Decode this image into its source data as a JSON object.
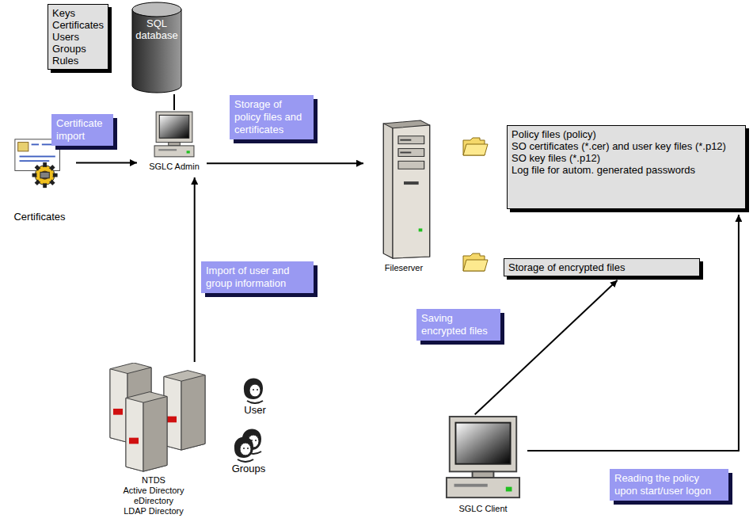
{
  "diagram": {
    "nodes": [
      {
        "text": [
          "Keys",
          "Certificates",
          "Users",
          "Groups",
          "Rules"
        ]
      },
      {
        "text": [
          "SQL database"
        ]
      },
      {
        "text": [
          "Certificates"
        ]
      },
      {
        "text": [
          "SGLC Admin"
        ]
      },
      {
        "text": [
          "Fileserver"
        ]
      },
      {
        "text": [
          "Policy files (policy)",
          "SO certificates (*.cer) and user key files (*.p12)",
          "SO key files (*.p12)",
          "Log file for autom. generated passwords"
        ]
      },
      {
        "text": [
          "Storage of encrypted files"
        ]
      },
      {
        "text": [
          "NTDS",
          "Active Directory",
          "eDirectory",
          "LDAP Directory"
        ]
      },
      {
        "text": [
          "User"
        ]
      },
      {
        "text": [
          "Groups"
        ]
      },
      {
        "text": [
          "SGLC Client"
        ]
      }
    ],
    "edges": [
      {
        "from": 2,
        "to": 3,
        "arrow": "to",
        "label": "Certificate import"
      },
      {
        "from": 3,
        "to": 1,
        "arrow": "none"
      },
      {
        "from": 3,
        "to": 4,
        "arrow": "to",
        "label": "Storage of policy files and certificates"
      },
      {
        "from": 7,
        "to": 3,
        "arrow": "to",
        "label": "Import of user and group information"
      },
      {
        "from": 10,
        "to": 6,
        "arrow": "to",
        "label": "Saving encrypted files"
      },
      {
        "from": 10,
        "to": 5,
        "arrow": "to",
        "label": "Reading the policy upon start/user logon"
      }
    ]
  }
}
